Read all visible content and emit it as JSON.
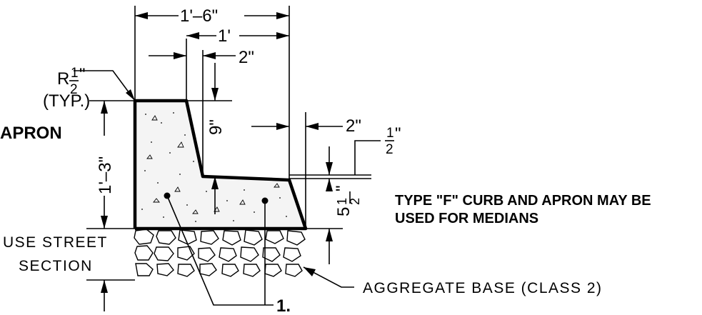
{
  "labels": {
    "apron": "APRON",
    "radius_r": "R",
    "radius_num": "1",
    "radius_den": "2",
    "radius_mark": "\"",
    "typ": "(TYP.)",
    "use_street": "USE STREET",
    "section": "SECTION",
    "aggregate_base": "AGGREGATE BASE (CLASS 2)",
    "note_line1": "TYPE \"F\" CURB AND APRON MAY BE",
    "note_line2": "USED FOR MEDIANS",
    "callout": "1."
  },
  "dimensions": {
    "overall_width": "1'–6\"",
    "top_width": "1'",
    "batter": "2\"",
    "curb_height": "1'–3\"",
    "face_height": "9\"",
    "apron_lip": "2\"",
    "half_num": "1",
    "half_den": "2",
    "half_mark": "\"",
    "apron_depth_whole": "5",
    "apron_depth_num": "1",
    "apron_depth_den": "2",
    "apron_depth_mark": "\""
  }
}
